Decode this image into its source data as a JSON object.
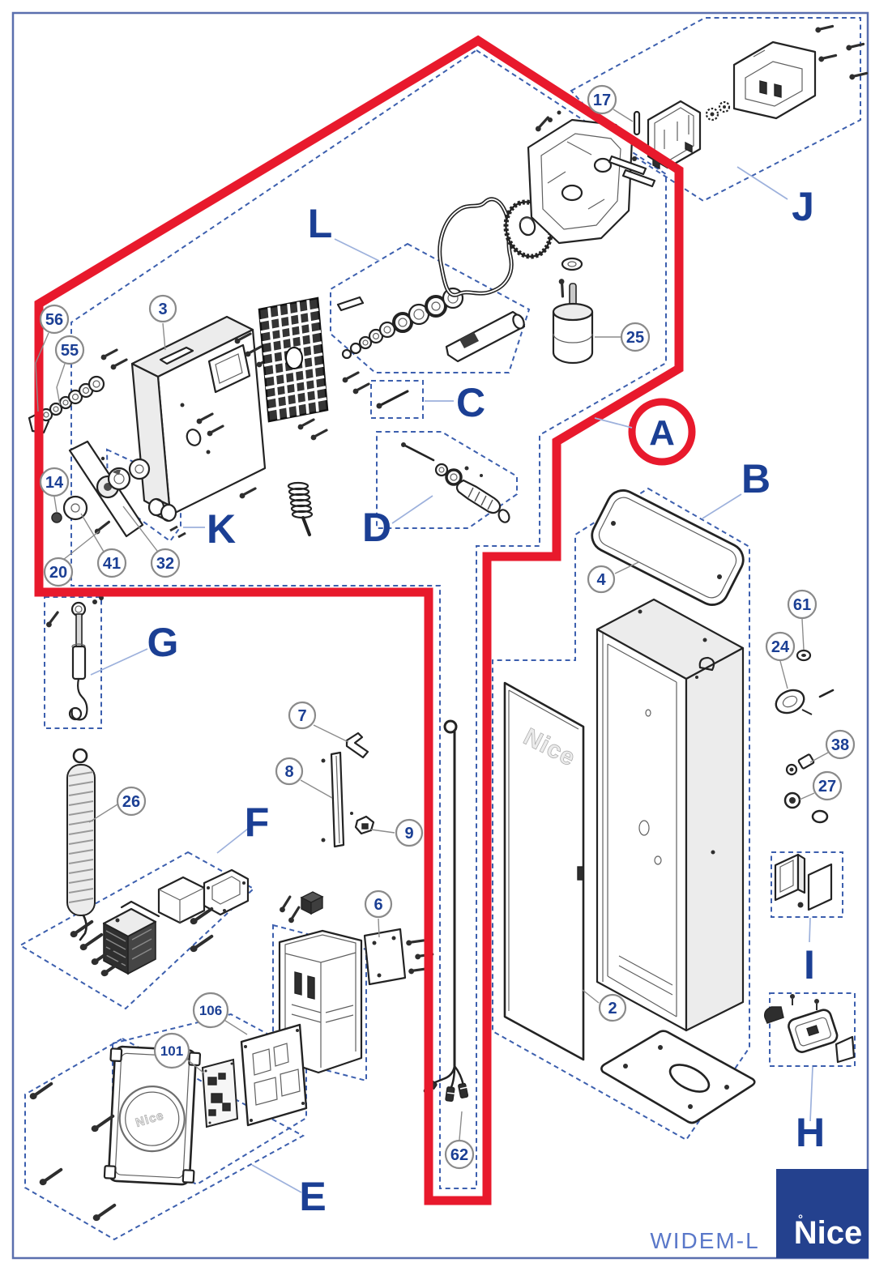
{
  "page": {
    "type": "exploded-parts-diagram",
    "footer": {
      "model": "WIDEM-L",
      "brand": "Nice",
      "brand_degree_mark": "°"
    },
    "embossed_logos": {
      "cabinet_door": "Nice",
      "release_cover": "Nice"
    }
  },
  "colors": {
    "highlight_red": "#e8192c",
    "dashed_blue": "#3c5fae",
    "label_blue": "#1b3f94",
    "callout_stroke_gray": "#8a8a8a",
    "border_blue": "#5a6fae",
    "footer_model_blue": "#5a78c9",
    "brand_box_blue": "#24418e",
    "line_dark": "#232323"
  },
  "group_labels": [
    {
      "id": "A",
      "label": "A",
      "highlight": "red-circle"
    },
    {
      "id": "B",
      "label": "B"
    },
    {
      "id": "C",
      "label": "C"
    },
    {
      "id": "D",
      "label": "D"
    },
    {
      "id": "E",
      "label": "E"
    },
    {
      "id": "F",
      "label": "F"
    },
    {
      "id": "G",
      "label": "G"
    },
    {
      "id": "H",
      "label": "H"
    },
    {
      "id": "I",
      "label": "I"
    },
    {
      "id": "J",
      "label": "J"
    },
    {
      "id": "K",
      "label": "K"
    },
    {
      "id": "L",
      "label": "L"
    }
  ],
  "callouts": [
    {
      "number": "2"
    },
    {
      "number": "3"
    },
    {
      "number": "4"
    },
    {
      "number": "6"
    },
    {
      "number": "7"
    },
    {
      "number": "8"
    },
    {
      "number": "9"
    },
    {
      "number": "14"
    },
    {
      "number": "17"
    },
    {
      "number": "20"
    },
    {
      "number": "24"
    },
    {
      "number": "25"
    },
    {
      "number": "26"
    },
    {
      "number": "27"
    },
    {
      "number": "32"
    },
    {
      "number": "38"
    },
    {
      "number": "41"
    },
    {
      "number": "55"
    },
    {
      "number": "56"
    },
    {
      "number": "61"
    },
    {
      "number": "62"
    },
    {
      "number": "101"
    },
    {
      "number": "106"
    }
  ]
}
